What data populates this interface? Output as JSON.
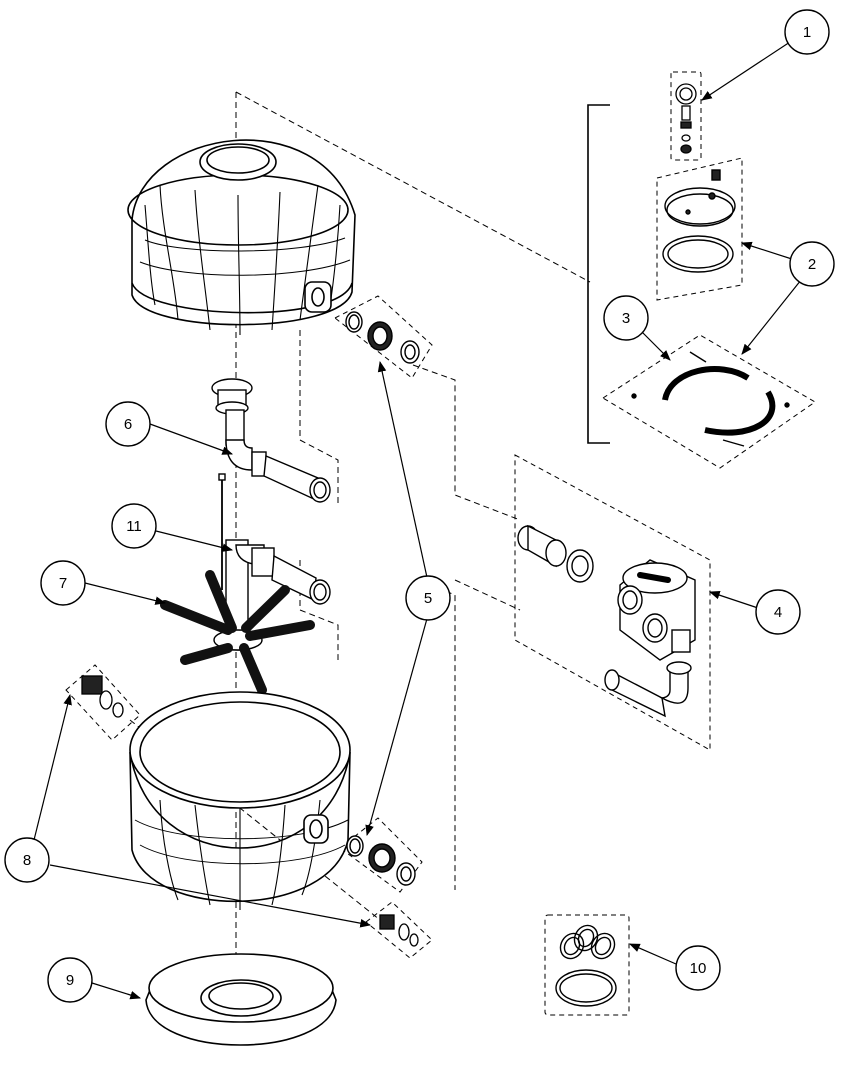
{
  "callouts": [
    {
      "id": "1",
      "label": "1"
    },
    {
      "id": "2",
      "label": "2"
    },
    {
      "id": "3",
      "label": "3"
    },
    {
      "id": "4",
      "label": "4"
    },
    {
      "id": "5",
      "label": "5"
    },
    {
      "id": "6",
      "label": "6"
    },
    {
      "id": "7",
      "label": "7"
    },
    {
      "id": "8",
      "label": "8"
    },
    {
      "id": "9",
      "label": "9"
    },
    {
      "id": "10",
      "label": "10"
    },
    {
      "id": "11",
      "label": "11"
    }
  ],
  "colors": {
    "line": "#000000",
    "part_fill": "#ffffff",
    "accent_dark": "#111111"
  }
}
